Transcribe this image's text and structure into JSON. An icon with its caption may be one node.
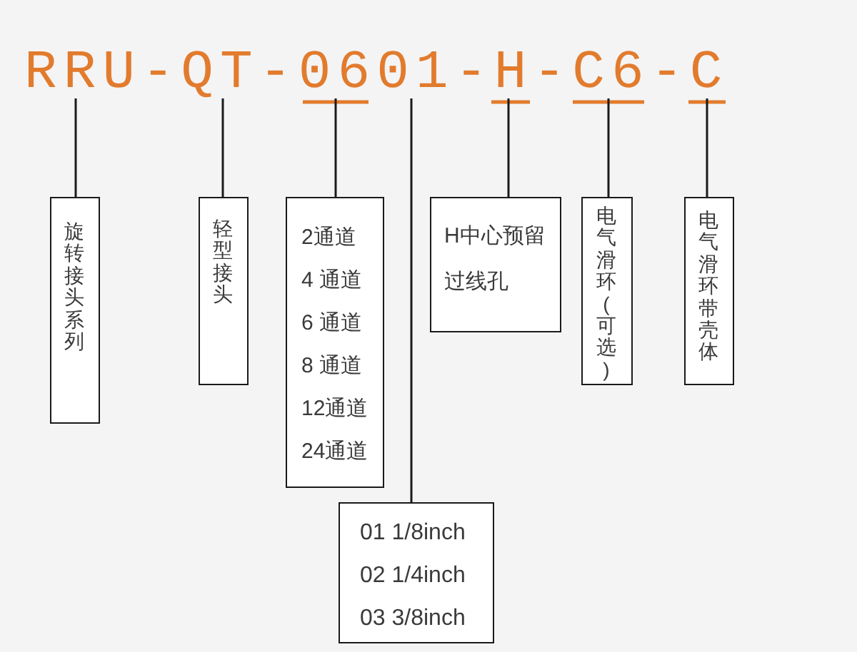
{
  "diagram": {
    "nodes": [
      {
        "text": [
          "RRU-QT-0601-H-C6-C"
        ]
      },
      {
        "text": [
          "旋转接头系列"
        ]
      },
      {
        "text": [
          "轻型接头"
        ]
      },
      {
        "text": [
          "2通道",
          "4 通道",
          "6 通道",
          "8 通道",
          "12通道",
          "24通道"
        ]
      },
      {
        "text": [
          "H中心预留过线孔"
        ]
      },
      {
        "text": [
          "电气滑环(可选)"
        ]
      },
      {
        "text": [
          "电气滑环带壳体"
        ]
      },
      {
        "text": [
          "01 1/8inch",
          "02 1/4inch",
          "03 3/8inch"
        ]
      }
    ],
    "edges": [
      {
        "from": 0,
        "to": 1,
        "arrow": "none"
      },
      {
        "from": 0,
        "to": 2,
        "arrow": "none"
      },
      {
        "from": 0,
        "to": 3,
        "arrow": "none"
      },
      {
        "from": 0,
        "to": 7,
        "arrow": "none"
      },
      {
        "from": 0,
        "to": 4,
        "arrow": "none"
      },
      {
        "from": 0,
        "to": 5,
        "arrow": "none"
      },
      {
        "from": 0,
        "to": 6,
        "arrow": "none"
      }
    ]
  }
}
